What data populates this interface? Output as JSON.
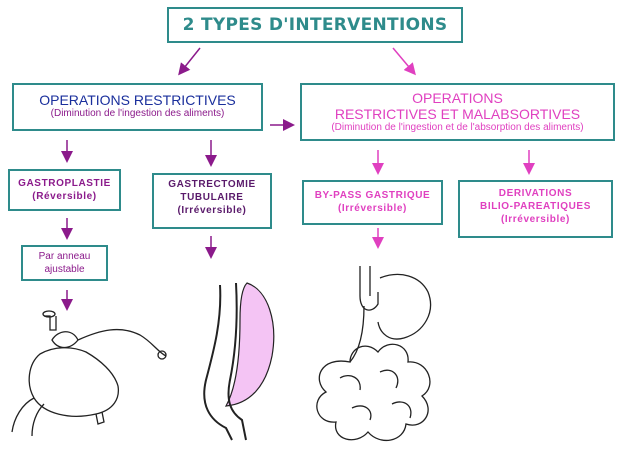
{
  "title": "2 TYPES D'INTERVENTIONS",
  "restrictive": {
    "title": "OPERATIONS RESTRICTIVES",
    "subtitle": "(Diminution de l'ingestion des aliments)"
  },
  "malabsorptive": {
    "title_line1": "OPERATIONS",
    "title_line2": "RESTRICTIVES ET MALABSORTIVES",
    "subtitle": "(Diminution de l'ingestion et de l'absorption des aliments)"
  },
  "gastroplastie": {
    "name": "GASTROPLASTIE",
    "status": "(Réversible)"
  },
  "gastrectomie": {
    "line1": "GASTRECTOMIE",
    "line2": "TUBULAIRE",
    "status": "(Irréversible)"
  },
  "bypass": {
    "name": "BY-PASS GASTRIQUE",
    "status": "(Irréversible)"
  },
  "derivations": {
    "line1": "DERIVATIONS",
    "line2": "BILIO-PAREATIQUES",
    "status": "(Irréversible)"
  },
  "anneau": {
    "line1": "Par anneau",
    "line2": "ajustable"
  },
  "colors": {
    "teal": "#2e8b8b",
    "navy": "#1a2f9c",
    "purple": "#8b1a8b",
    "pink": "#e040c0",
    "stomach_fill": "#f4c4f4"
  }
}
